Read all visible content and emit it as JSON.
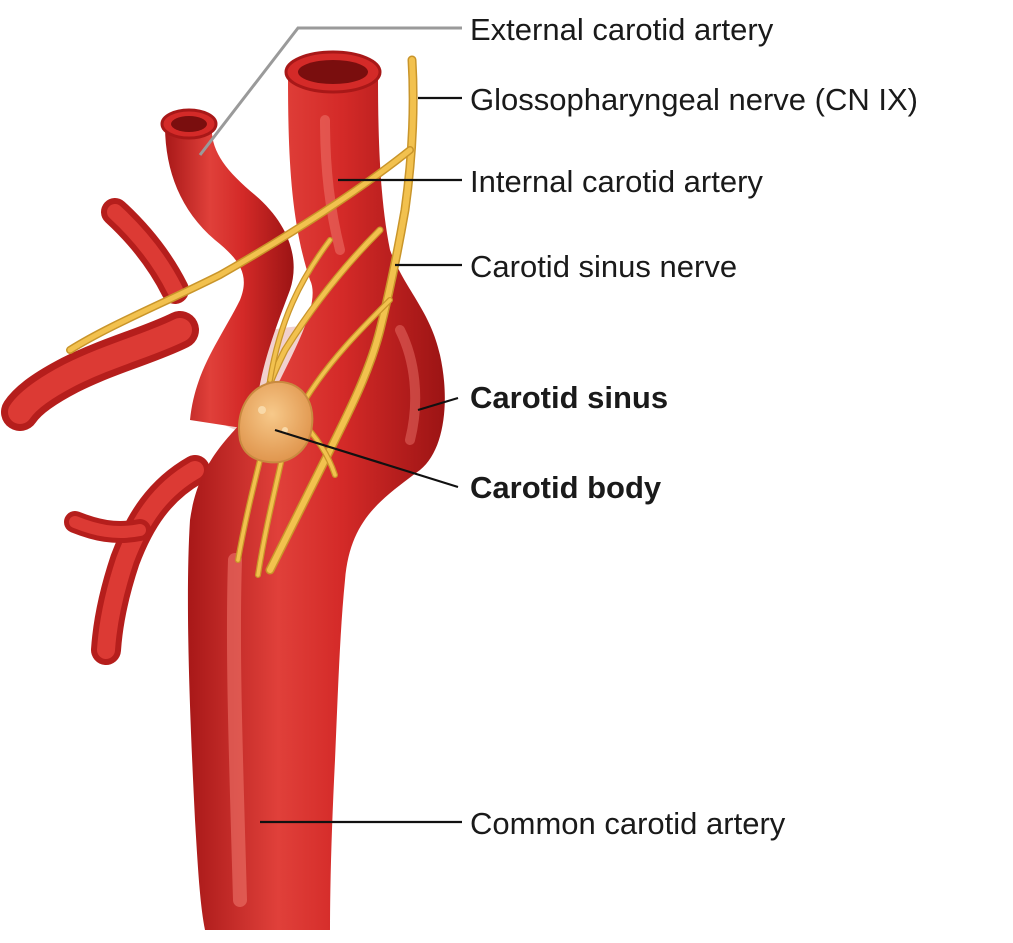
{
  "diagram": {
    "labels": {
      "external_carotid_artery": "External carotid artery",
      "glossopharyngeal_nerve": "Glossopharyngeal nerve (CN IX)",
      "internal_carotid_artery": "Internal carotid artery",
      "carotid_sinus_nerve": "Carotid sinus nerve",
      "carotid_sinus": "Carotid sinus",
      "carotid_body": "Carotid body",
      "common_carotid_artery": "Common carotid artery"
    },
    "colors": {
      "artery_fill": "#d42a28",
      "artery_highlight": "#ee5a52",
      "artery_shadow": "#9c1414",
      "lumen": "#7a0e0e",
      "nerve": "#f2c14e",
      "nerve_outline": "#c9952a",
      "carotid_body": "#f0b066",
      "sinus_tint": "#efc9c6"
    }
  }
}
